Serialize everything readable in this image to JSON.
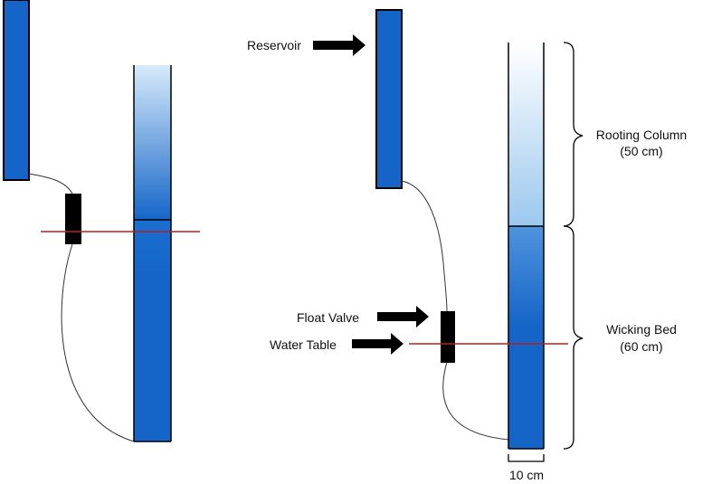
{
  "labels": {
    "reservoir": "Reservoir",
    "float_valve": "Float Valve",
    "water_table": "Water Table",
    "rooting_column_title": "Rooting Column",
    "rooting_column_size": "(50 cm)",
    "wicking_bed_title": "Wicking Bed",
    "wicking_bed_size": "(60 cm)",
    "width": "10 cm"
  },
  "colors": {
    "reservoir_fill": "#1565c8",
    "column_gradient_light": "#d7ebfb",
    "column_gradient_dark": "#1565c8",
    "water_table_line": "#b22222",
    "valve": "#000000",
    "outline": "#000000",
    "tube": "#333333"
  }
}
